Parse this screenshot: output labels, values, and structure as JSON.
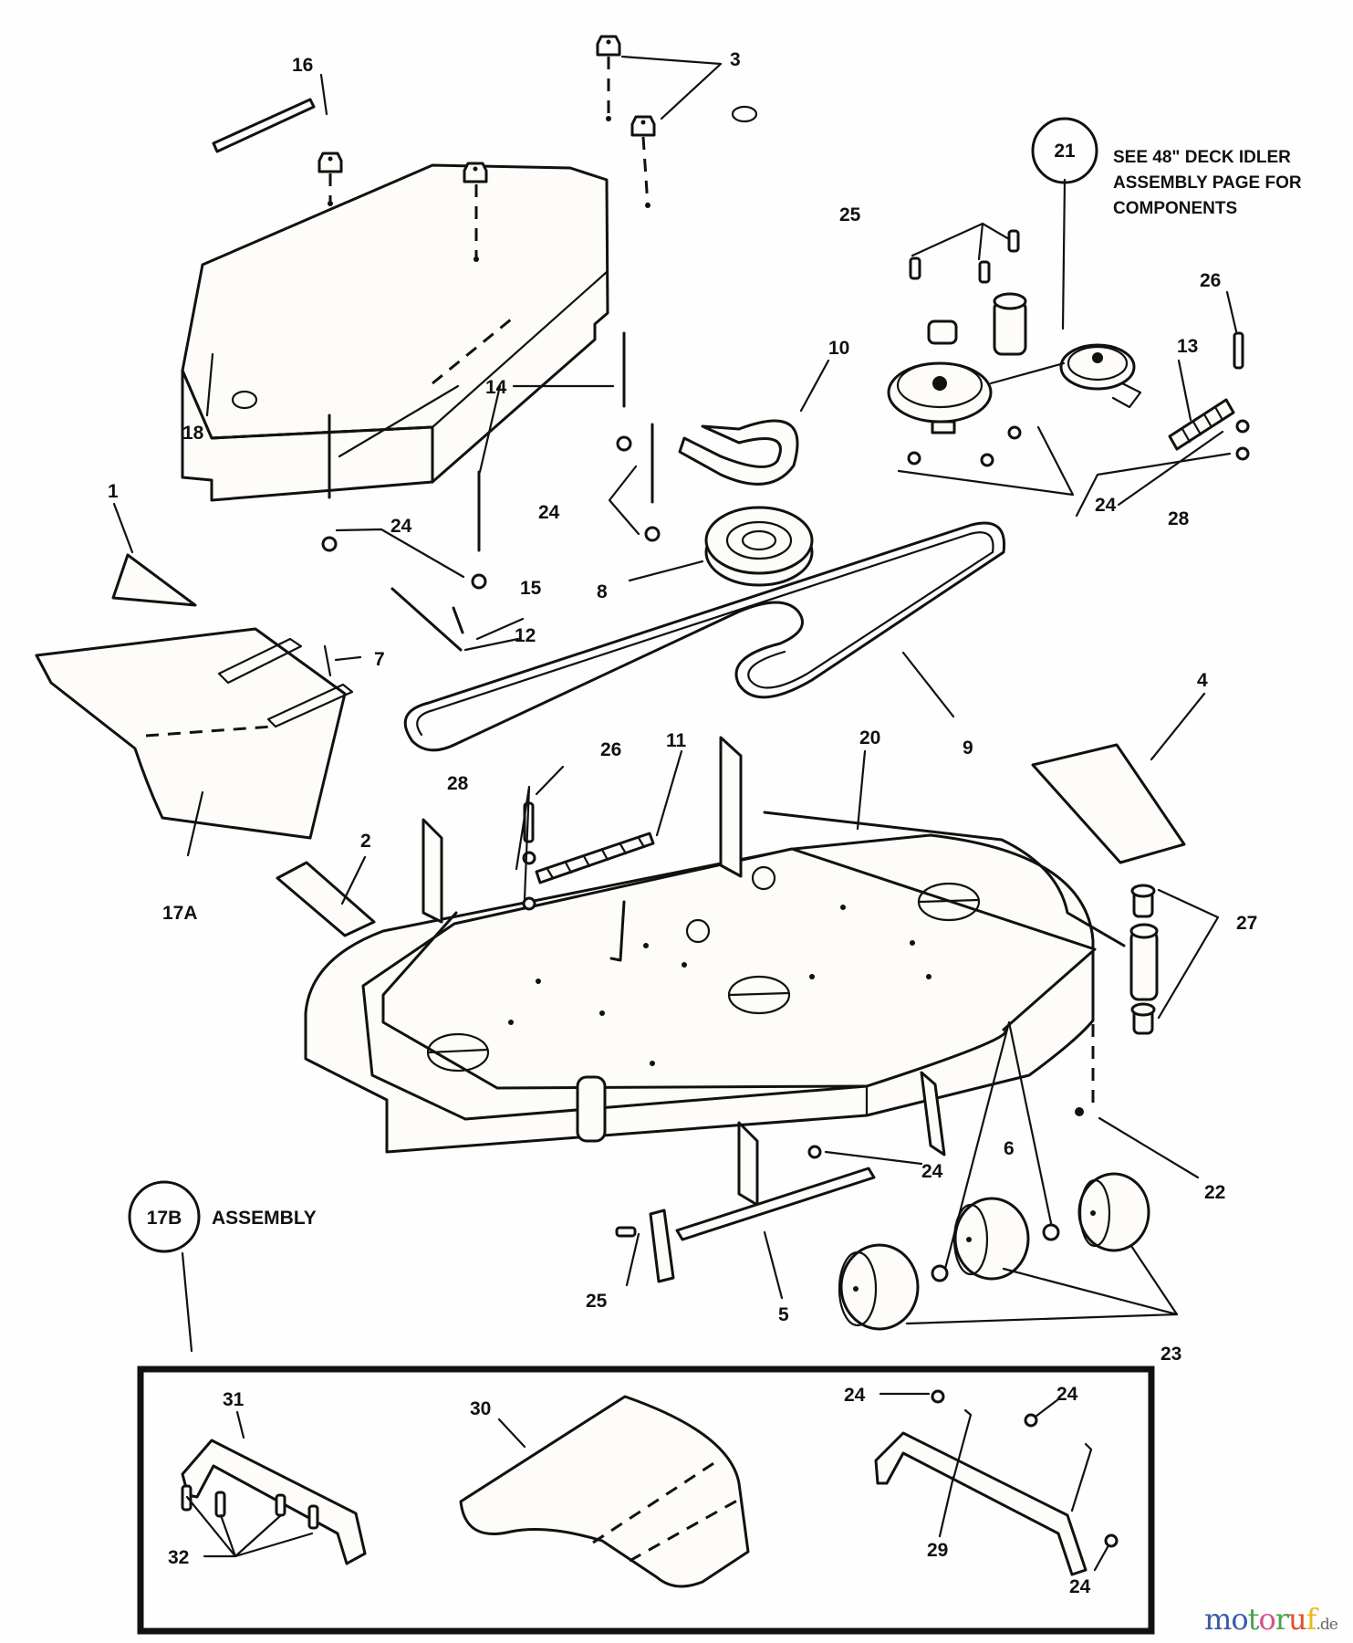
{
  "diagram": {
    "type": "exploded parts diagram",
    "subject": "48 inch mower deck",
    "note_21": [
      "SEE 48\" DECK IDLER",
      "ASSEMBLY PAGE FOR",
      "COMPONENTS"
    ],
    "callout_21": "21",
    "callout_17b": "17B",
    "callout_17b_label": "ASSEMBLY",
    "labels": {
      "l1": "1",
      "l2": "2",
      "l3": "3",
      "l4": "4",
      "l5": "5",
      "l6": "6",
      "l7": "7",
      "l8": "8",
      "l9": "9",
      "l10": "10",
      "l11": "11",
      "l12": "12",
      "l13": "13",
      "l14": "14",
      "l15": "15",
      "l16": "16",
      "l17a": "17A",
      "l18": "18",
      "l20": "20",
      "l22": "22",
      "l23": "23",
      "l24": "24",
      "l25": "25",
      "l26": "26",
      "l27": "27",
      "l28": "28",
      "l29": "29",
      "l30": "30",
      "l31": "31",
      "l32": "32"
    },
    "inset_labels": {
      "l31": "31",
      "l30": "30",
      "l32": "32",
      "l29": "29",
      "l24a": "24",
      "l24b": "24",
      "l24c": "24"
    }
  },
  "watermark": {
    "letters": [
      {
        "ch": "m",
        "color": "#3b5aa8"
      },
      {
        "ch": "o",
        "color": "#3b5aa8"
      },
      {
        "ch": "t",
        "color": "#4aa34a"
      },
      {
        "ch": "o",
        "color": "#d94f8a"
      },
      {
        "ch": "r",
        "color": "#4aa34a"
      },
      {
        "ch": "u",
        "color": "#e0502a"
      },
      {
        "ch": "f",
        "color": "#e8b818"
      }
    ],
    "suffix": ".de"
  }
}
